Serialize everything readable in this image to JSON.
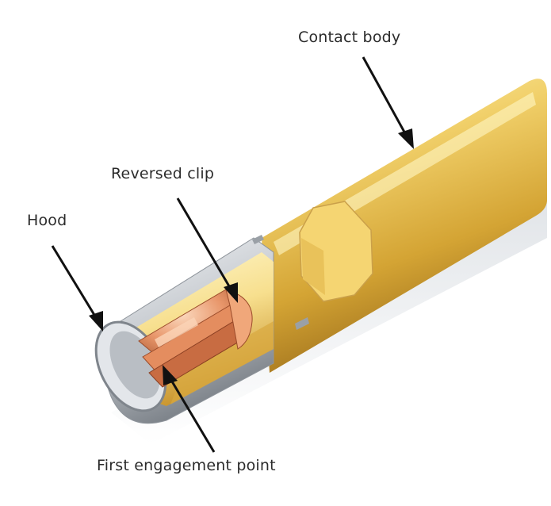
{
  "callouts": {
    "contact_body": "Contact body",
    "reversed_clip": "Reversed clip",
    "hood": "Hood",
    "first_engagement_point": "First engagement point"
  },
  "colors": {
    "background": "#ffffff",
    "text": "#2b2b2b",
    "arrow": "#111111",
    "gold_light": "#fff3b0",
    "gold_mid": "#e8c35a",
    "gold_dark": "#a9781e",
    "copper_light": "#f8c7a3",
    "copper_mid": "#e0885a",
    "copper_dark": "#9b4a28",
    "hood_light": "#eef0f2",
    "hood_dark": "#7e848b",
    "shadow": "#d8dde2"
  },
  "icons": [
    "arrow-icon"
  ]
}
